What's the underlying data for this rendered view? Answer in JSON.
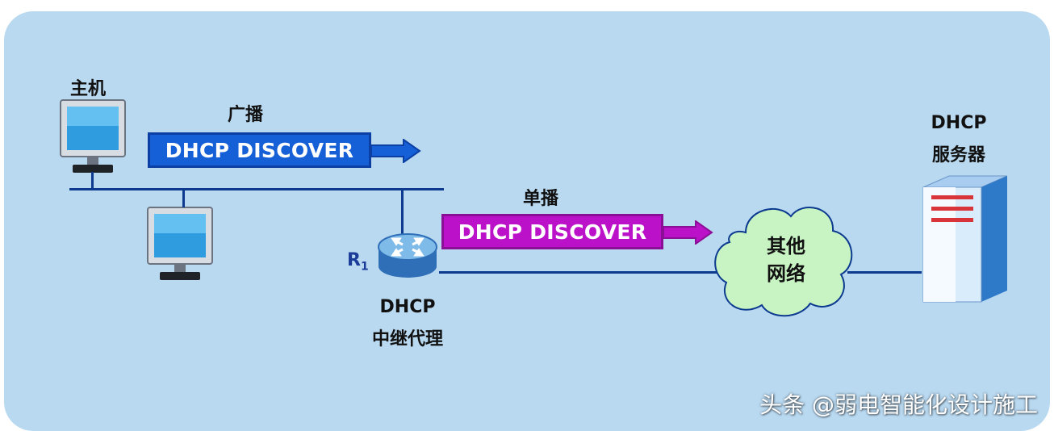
{
  "host_label": "主机",
  "broadcast_label": "广播",
  "unicast_label": "单播",
  "broadcast_message": "DHCP DISCOVER",
  "unicast_message": "DHCP DISCOVER",
  "router_label": "R",
  "router_subscript": "1",
  "relay_label_line1": "DHCP",
  "relay_label_line2": "中继代理",
  "server_label_line1": "DHCP",
  "server_label_line2": "服务器",
  "cloud_line1": "其他",
  "cloud_line2": "网络",
  "watermark": "头条 @弱电智能化设计施工",
  "colors": {
    "background": "#b9d9f1",
    "broadcast": "#1560d6",
    "unicast": "#bb12c9",
    "cloud": "#c8f3c2",
    "line": "#0c3a8f"
  }
}
